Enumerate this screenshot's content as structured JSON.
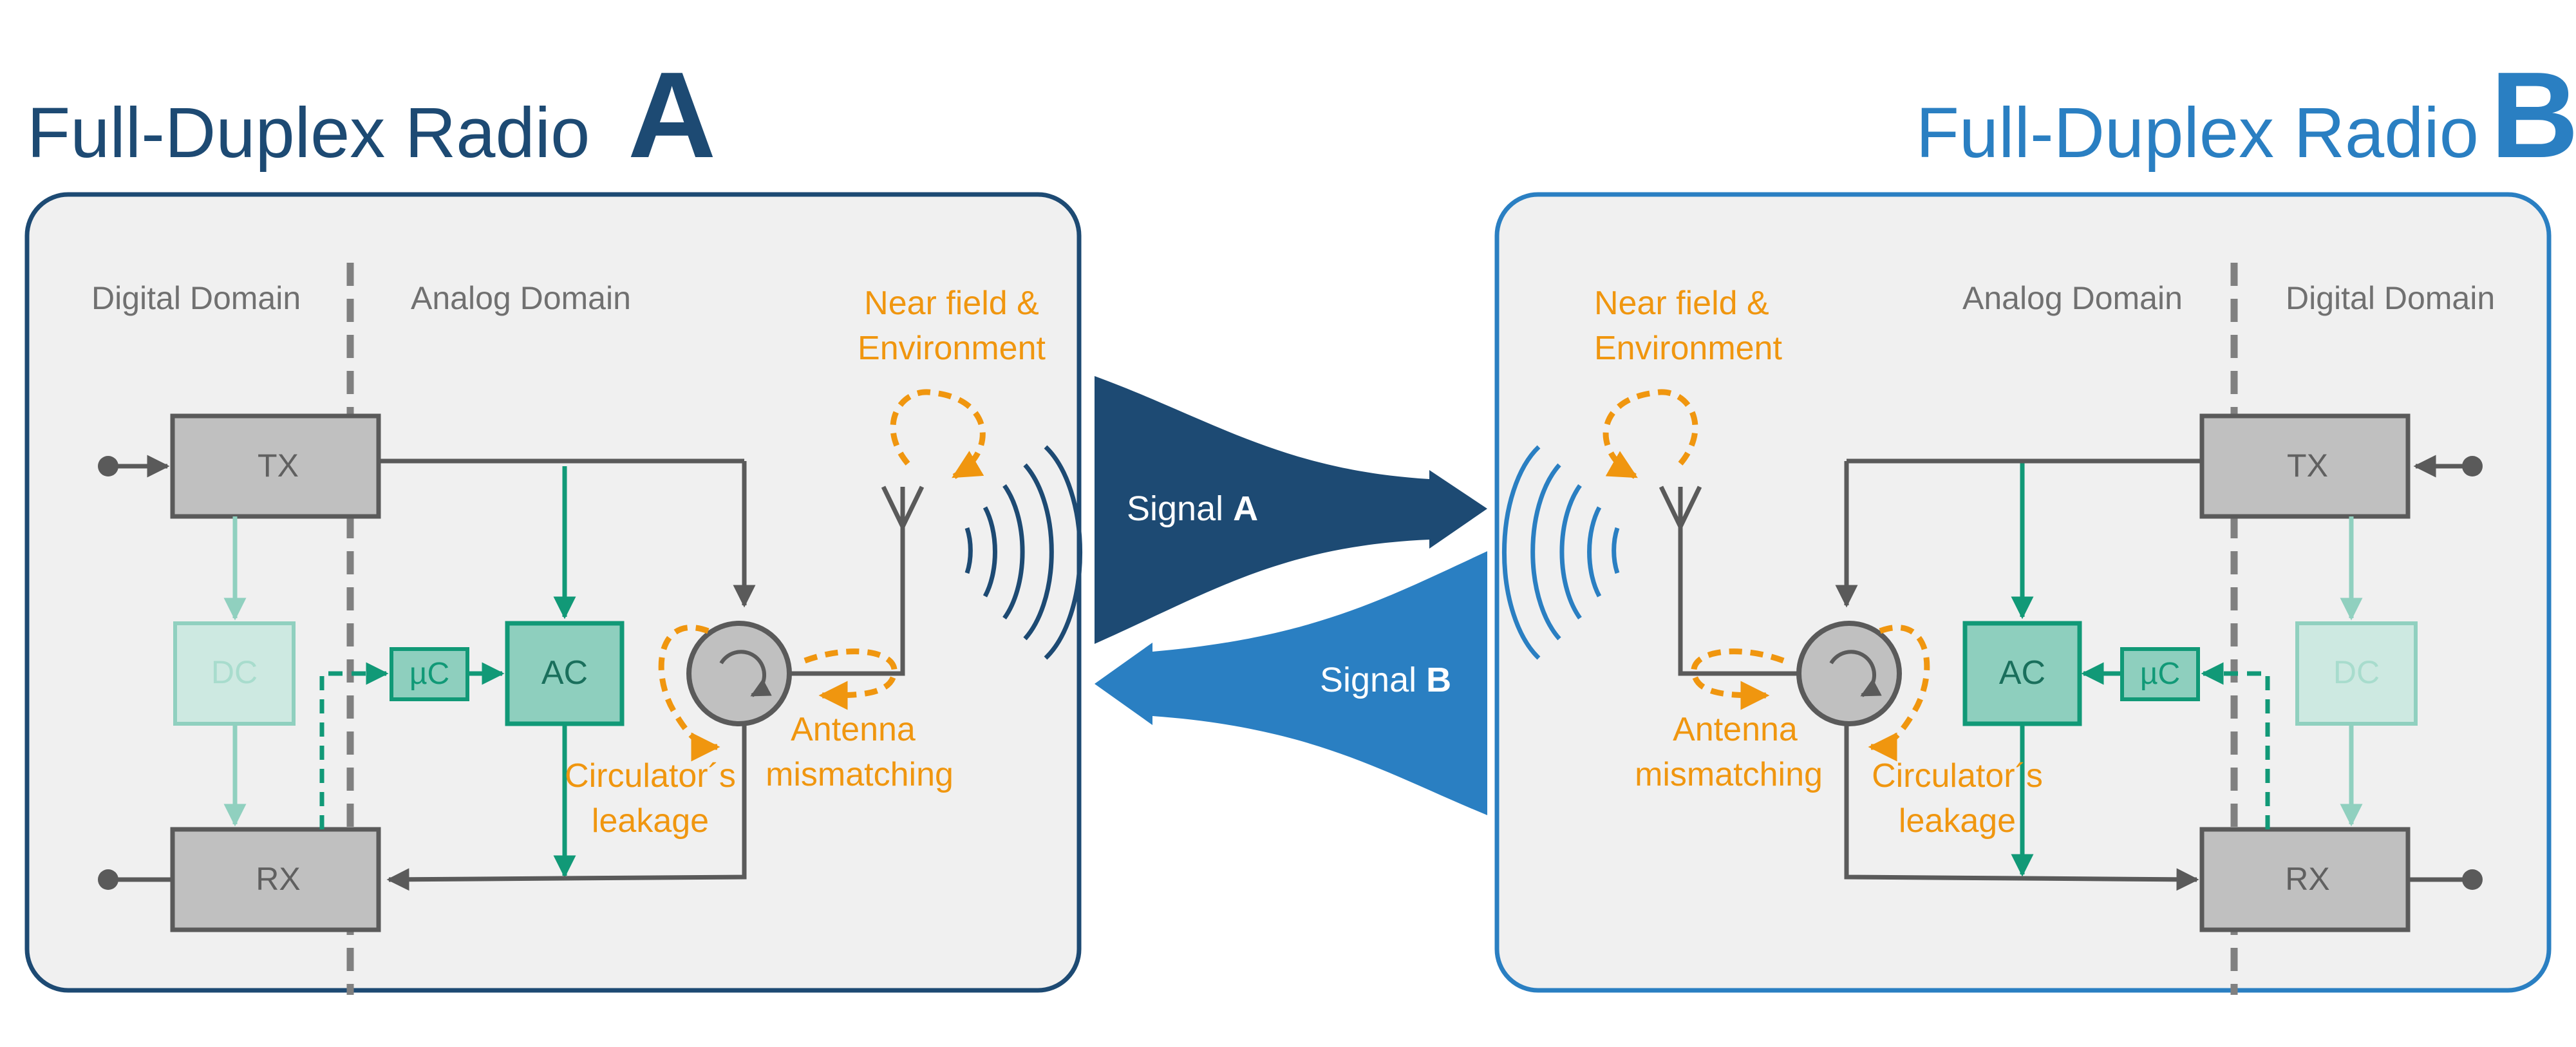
{
  "radio_a": {
    "title_text": "Full-Duplex Radio",
    "title_letter": "A",
    "digital_label": "Digital Domain",
    "analog_label": "Analog Domain",
    "near_field_line1": "Near field &",
    "near_field_line2": "Environment",
    "tx_label": "TX",
    "rx_label": "RX",
    "dc_label": "DC",
    "uc_label": "µC",
    "ac_label": "AC",
    "leakage_line1": "Circulator´s",
    "leakage_line2": "leakage",
    "mismatch_line1": "Antenna",
    "mismatch_line2": "mismatching"
  },
  "radio_b": {
    "title_text": "Full-Duplex Radio",
    "title_letter": "B",
    "digital_label": "Digital Domain",
    "analog_label": "Analog Domain",
    "near_field_line1": "Near field &",
    "near_field_line2": "Environment",
    "tx_label": "TX",
    "rx_label": "RX",
    "dc_label": "DC",
    "uc_label": "µC",
    "ac_label": "AC",
    "leakage_line1": "Circulator´s",
    "leakage_line2": "leakage",
    "mismatch_line1": "Antenna",
    "mismatch_line2": "mismatching"
  },
  "signals": {
    "signal_a_text": "Signal",
    "signal_a_letter": "A",
    "signal_b_text": "Signal",
    "signal_b_letter": "B"
  },
  "colors": {
    "radio_a_blue": "#1d4a73",
    "radio_b_blue": "#2a7fc2",
    "panel_fill": "#f0f0f0",
    "block_gray": "#c0c0c0",
    "line_gray": "#5a5a5a",
    "teal": "#119977",
    "teal_fill": "#8ecfbe",
    "orange": "#f0960f",
    "domain_text": "#707070"
  }
}
